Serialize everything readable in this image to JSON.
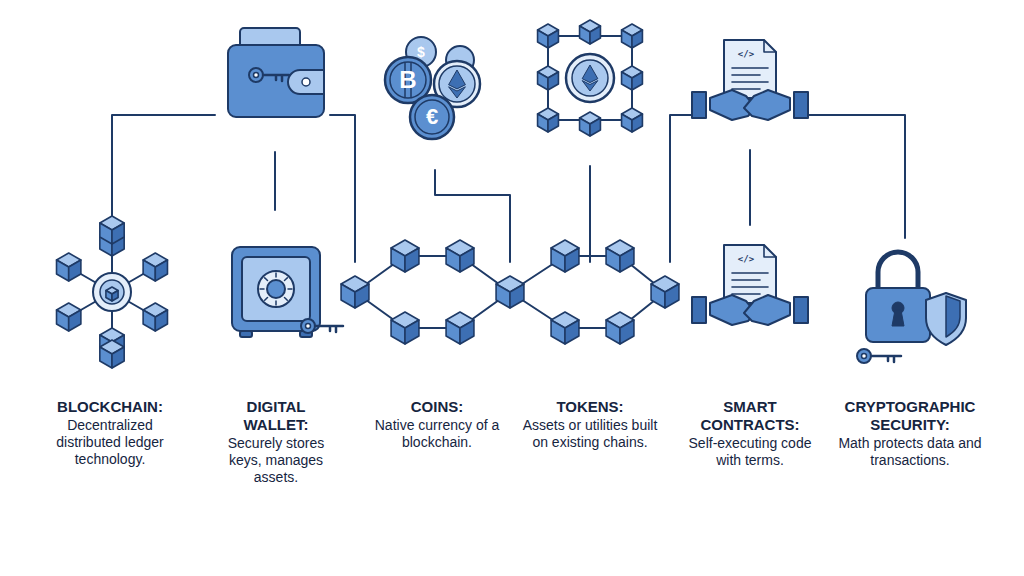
{
  "diagram": {
    "labels": [
      "$",
      "B",
      "€",
      "</>",
      "</>",
      "BLOCKCHAIN:",
      "Decentralized distributed ledger technology.",
      "DIGITAL WALLET:",
      "Securely stores keys, manages assets.",
      "COINS:",
      "Native currency of a blockchain.",
      "TOKENS:",
      "Assets or utilities built on existing chains.",
      "SMART CONTRACTS:",
      "Self-executing code with terms.",
      "CRYPTOGRAPHIC SECURITY:",
      "Math protects data and transactions."
    ]
  }
}
